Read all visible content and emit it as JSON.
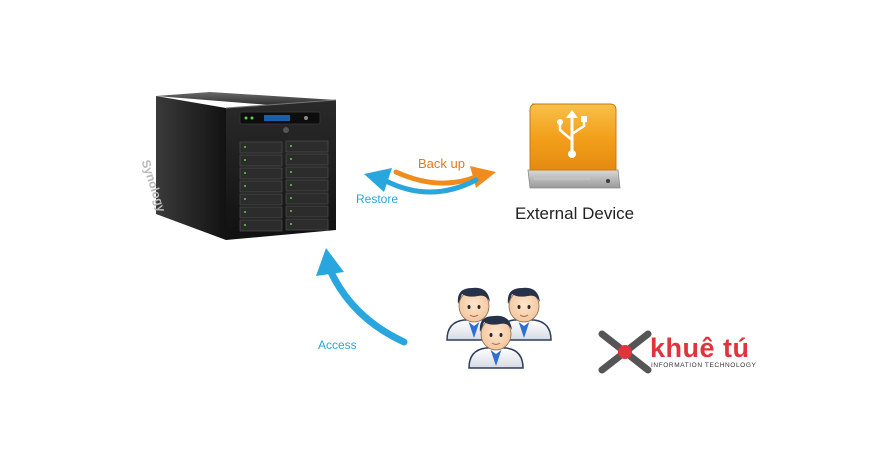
{
  "diagram": {
    "nas_brand": "Synology",
    "backup_label": "Back up",
    "restore_label": "Restore",
    "access_label": "Access",
    "device_label": "External Device",
    "logo": {
      "name": "khuê tú",
      "tagline": "INFORMATION TECHNOLOGY"
    },
    "colors": {
      "backup_arrow": "#f08c1e",
      "restore_arrow": "#2aa6df",
      "drive_orange": "#f4a21c",
      "logo_red": "#e0333b"
    }
  }
}
